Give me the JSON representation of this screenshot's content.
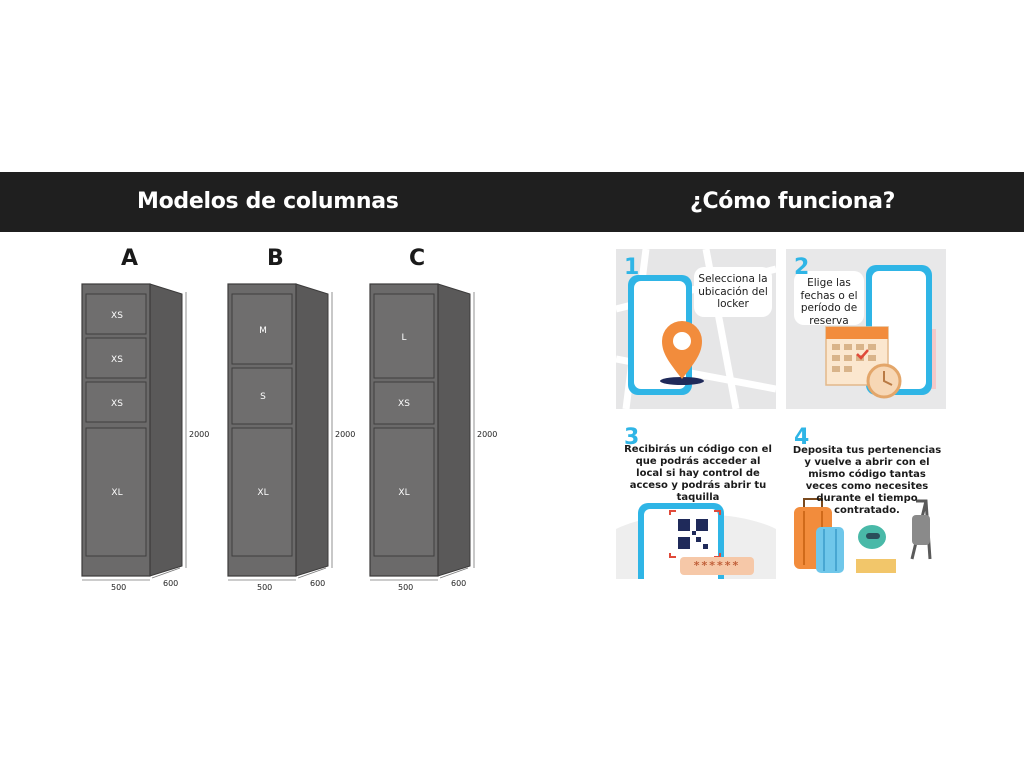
{
  "header": {
    "left_title": "Modelos de columnas",
    "right_title": "¿Cómo funciona?"
  },
  "models": [
    {
      "letter": "A",
      "compartments": [
        "XS",
        "XS",
        "XS",
        "XL"
      ],
      "height": "2000",
      "width": "500",
      "depth": "600"
    },
    {
      "letter": "B",
      "compartments": [
        "M",
        "S",
        "XL"
      ],
      "height": "2000",
      "width": "500",
      "depth": "600"
    },
    {
      "letter": "C",
      "compartments": [
        "L",
        "XS",
        "XL"
      ],
      "height": "2000",
      "width": "500",
      "depth": "600"
    }
  ],
  "steps": [
    {
      "number": "1",
      "text": "Selecciona la ubicación del locker"
    },
    {
      "number": "2",
      "text": "Elige las fechas o el período de reserva"
    },
    {
      "number": "3",
      "text": "Recibirás un código con el que podrás acceder al local si hay control de acceso y podrás abrir tu taquilla",
      "code": "******"
    },
    {
      "number": "4",
      "text": "Deposita tus pertenencias y vuelve a abrir con el mismo código tantas veces como necesites durante el tiempo contratado."
    }
  ],
  "colors": {
    "banner": "#1f1f1f",
    "cabinet": "#6b6a6a",
    "accent_blue": "#2fb5e6",
    "accent_orange": "#f28c3c"
  }
}
